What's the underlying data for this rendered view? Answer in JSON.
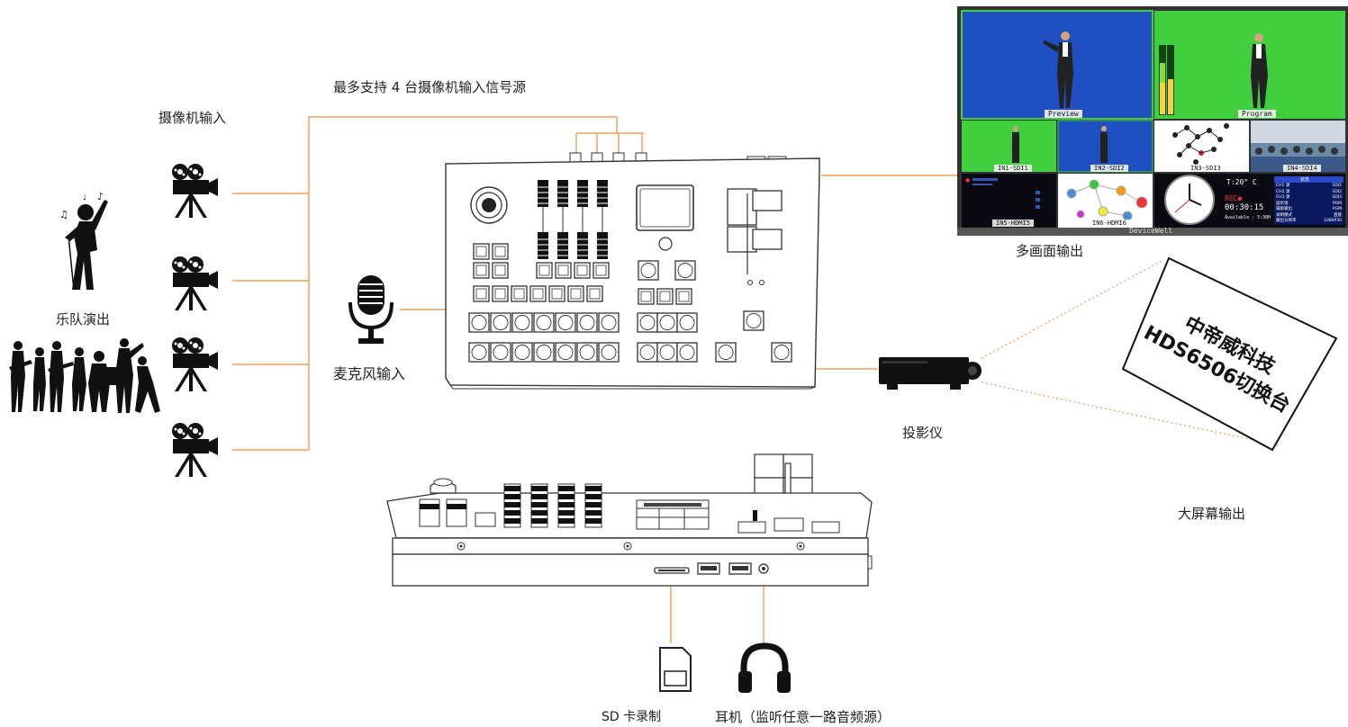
{
  "labels": {
    "max_support": "最多支持 4 台摄像机输入信号源",
    "camera_input": "摄像机输入",
    "band_performance": "乐队演出",
    "microphone_input": "麦克风输入",
    "multiview_output": "多画面输出",
    "projector": "投影仪",
    "big_screen_output": "大屏幕输出",
    "sd_card_record": "SD 卡录制",
    "headphones": "耳机（监听任意一路音频源）"
  },
  "screen_text": {
    "line1": "中帝威科技",
    "line2": "HDS6506切换台"
  },
  "multiview": {
    "preview_label": "Preview",
    "program_label": "Program",
    "in1": "IN1-SDI1",
    "in2": "IN2-SDI2",
    "in3": "IN3-SDI3",
    "in4": "IN4-SDI4",
    "in5": "IN5-HDMI5",
    "in6": "IN6-HDMI6",
    "brand": "DeviceWell",
    "temp": "T:20° C",
    "rec": "REC●",
    "timer": "00:30:15",
    "available": "Available : 5:30H",
    "status_title": "状态",
    "status_rows": [
      {
        "k": "CH1 源",
        "v": "SDI1"
      },
      {
        "k": "CH2 源",
        "v": "SDI2"
      },
      {
        "k": "CH3 源",
        "v": "SDI3"
      },
      {
        "k": "监听源",
        "v": "PGM"
      },
      {
        "k": "辅助输出",
        "v": "PGM"
      },
      {
        "k": "录制模式",
        "v": "直接"
      },
      {
        "k": "输出分辨率",
        "v": "1080P30"
      }
    ]
  },
  "colors": {
    "connector": "#f0a060",
    "device_outline": "#333333",
    "mv_blue": "#1f4fc0",
    "mv_green": "#3fcf3f",
    "mv_dark": "#0a0a12"
  }
}
